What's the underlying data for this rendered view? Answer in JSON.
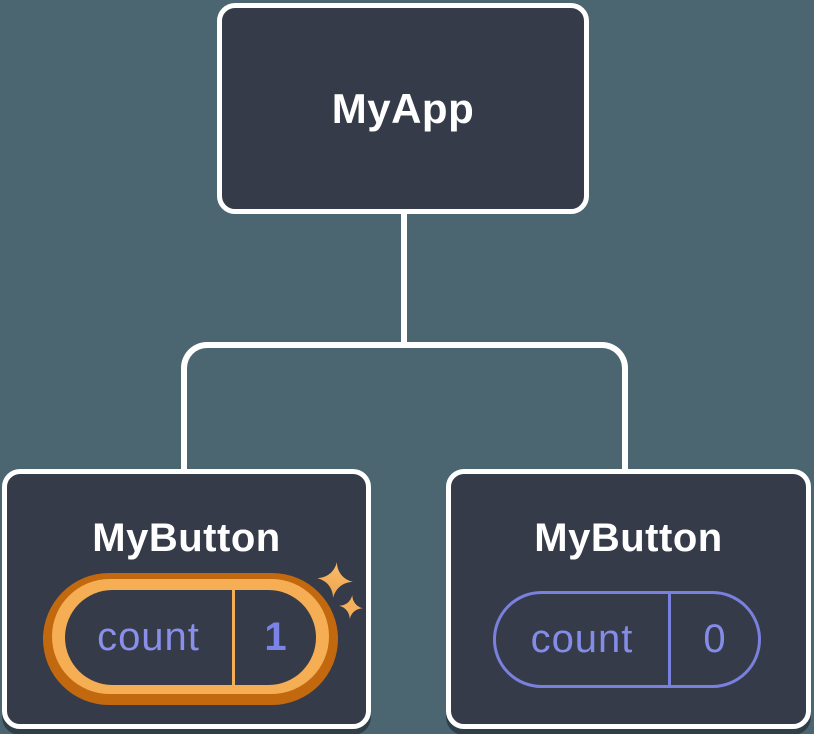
{
  "diagram": {
    "kind": "react-component-tree",
    "root": {
      "label": "MyApp"
    },
    "children": [
      {
        "label": "MyButton",
        "state": {
          "key": "count",
          "value": "1"
        },
        "highlighted": true
      },
      {
        "label": "MyButton",
        "state": {
          "key": "count",
          "value": "0"
        },
        "highlighted": false
      }
    ]
  },
  "icons": {
    "sparkle_big": "sparkle-icon",
    "sparkle_small": "sparkle-icon"
  },
  "colors": {
    "background": "#4c6671",
    "card_fill": "#353b48",
    "card_border": "#ffffff",
    "connector": "#ffffff",
    "state_purple": "#858ce8",
    "pill_outline_purple": "#7a80de",
    "highlight_ring_dark": "#c2690f",
    "highlight_ring_light": "#f6ae55",
    "sparkle": "#f5b05c",
    "card_shadow": "#101723"
  }
}
